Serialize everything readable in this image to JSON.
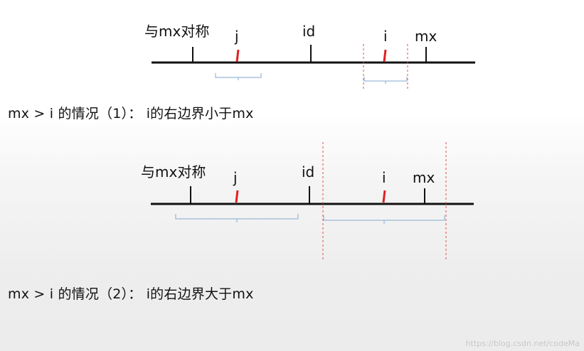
{
  "labels": {
    "symmetric": "与mx对称",
    "j": "j",
    "id": "id",
    "i": "i",
    "mx": "mx"
  },
  "captions": {
    "case1": "mx > i 的情况（1）： i的右边界小于mx",
    "case2": "mx > i 的情况（2）： i的右边界大于mx"
  },
  "watermark": "https://blog.csdn.net/codeMa",
  "colors": {
    "axis": "#111111",
    "marker_red": "#e02020",
    "dashed_red": "#e05050",
    "bracket_blue": "#9ab8d8"
  }
}
